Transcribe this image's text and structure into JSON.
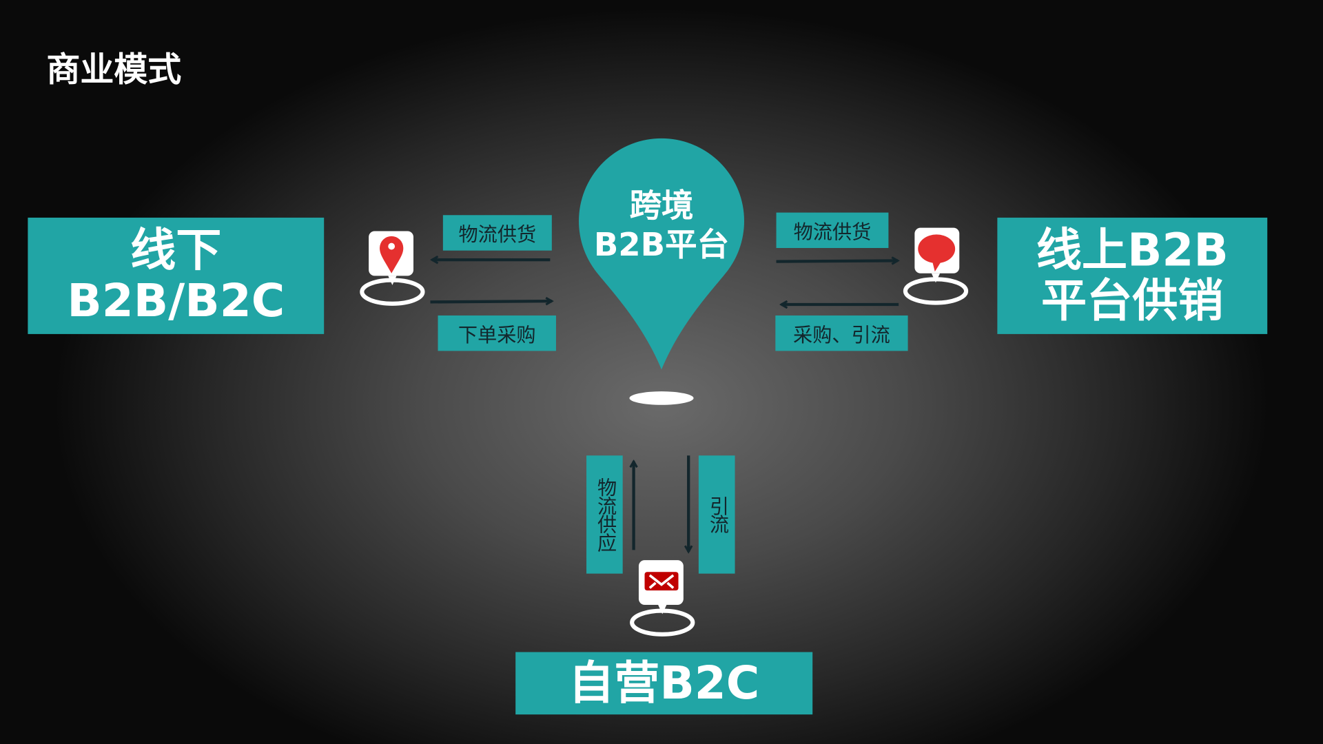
{
  "title": "商业模式",
  "center": {
    "line1": "跨境",
    "line2": "B2B平台"
  },
  "left_box": {
    "line1": "线下",
    "line2": "B2B/B2C"
  },
  "right_box": {
    "line1": "线上B2B",
    "line2": "平台供销"
  },
  "bottom_box": {
    "label": "自营B2C"
  },
  "labels": {
    "left_top": "物流供货",
    "left_bottom": "下单采购",
    "right_top": "物流供货",
    "right_bottom": "采购、引流",
    "bottom_left": "物流供应",
    "bottom_right": "引流"
  },
  "icons": {
    "left": "location-pin-icon",
    "right": "speech-bubble-icon",
    "bottom": "envelope-icon"
  },
  "colors": {
    "teal": "#21a5a5",
    "red": "#e5302f",
    "arrow": "#13262c"
  }
}
